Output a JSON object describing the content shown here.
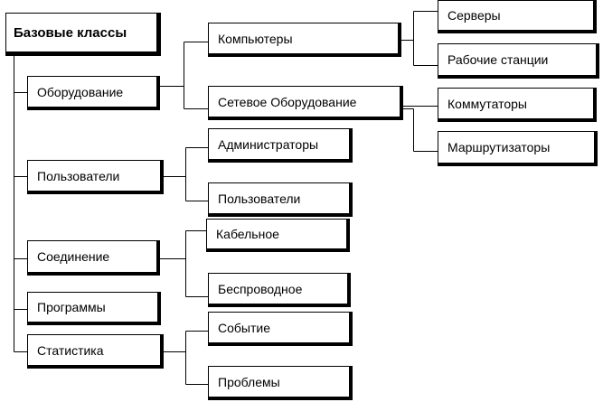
{
  "root": {
    "label": "Базовые классы"
  },
  "categories": [
    {
      "label": "Оборудование",
      "children": [
        {
          "label": "Компьютеры",
          "children": [
            {
              "label": "Серверы"
            },
            {
              "label": "Рабочие станции"
            }
          ]
        },
        {
          "label": "Сетевое Оборудование",
          "children": [
            {
              "label": "Коммутаторы"
            },
            {
              "label": "Маршрутизаторы"
            }
          ]
        }
      ]
    },
    {
      "label": "Пользователи",
      "children": [
        {
          "label": "Администраторы"
        },
        {
          "label": "Пользователи"
        }
      ]
    },
    {
      "label": "Соединение",
      "children": [
        {
          "label": "Кабельное"
        },
        {
          "label": "Беспроводное"
        }
      ]
    },
    {
      "label": "Программы",
      "children": []
    },
    {
      "label": "Статистика",
      "children": [
        {
          "label": "Событие"
        },
        {
          "label": "Проблемы"
        }
      ]
    }
  ],
  "colors": {
    "line": "#000000",
    "box_fill": "#ffffff",
    "box_border": "#000000",
    "background": "#ffffff"
  }
}
